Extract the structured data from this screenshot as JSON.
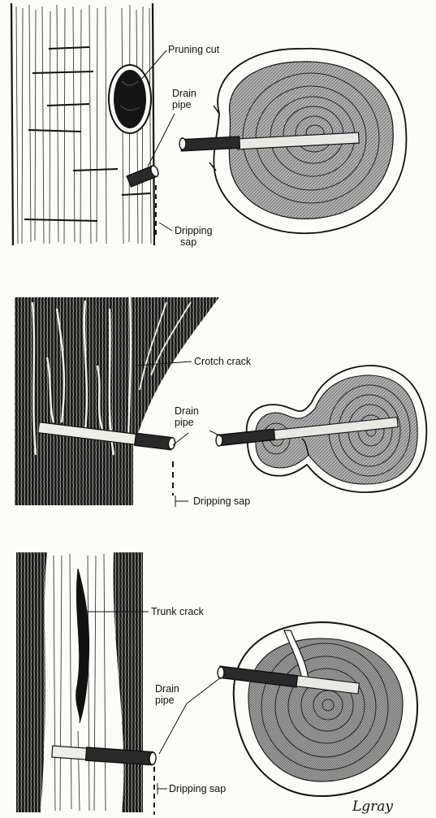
{
  "panels": [
    {
      "id": "pruning",
      "labels": {
        "pruning_cut": "Pruning cut",
        "drain_pipe_line1": "Drain",
        "drain_pipe_line2": "pipe",
        "dripping_sap_line1": "Dripping",
        "dripping_sap_line2": "sap"
      }
    },
    {
      "id": "crotch",
      "labels": {
        "crotch_crack": "Crotch crack",
        "drain_pipe_line1": "Drain",
        "drain_pipe_line2": "pipe",
        "dripping_sap": "Dripping sap"
      }
    },
    {
      "id": "trunk",
      "labels": {
        "trunk_crack": "Trunk crack",
        "drain_pipe_line1": "Drain",
        "drain_pipe_line2": "pipe",
        "dripping_sap": "Dripping sap"
      }
    }
  ],
  "signature": "Lgray",
  "colors": {
    "ink": "#111111",
    "wood": "#9a9a9a",
    "paper": "#fbfbf8"
  }
}
